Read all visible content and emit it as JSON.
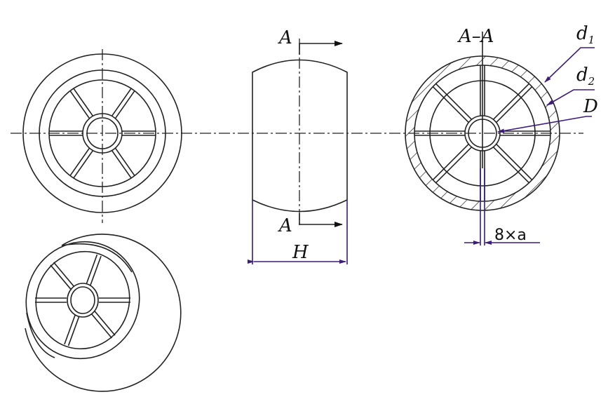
{
  "labels": {
    "section_top": "A",
    "section_bottom": "A",
    "section_title": "A–A",
    "d1_main": "d",
    "d1_sub": "1",
    "d2_main": "d",
    "d2_sub": "2",
    "D": "D",
    "H": "H",
    "spoke_note": "8×a"
  },
  "colors": {
    "line": "#222222",
    "dimension": "#3b1c78"
  }
}
